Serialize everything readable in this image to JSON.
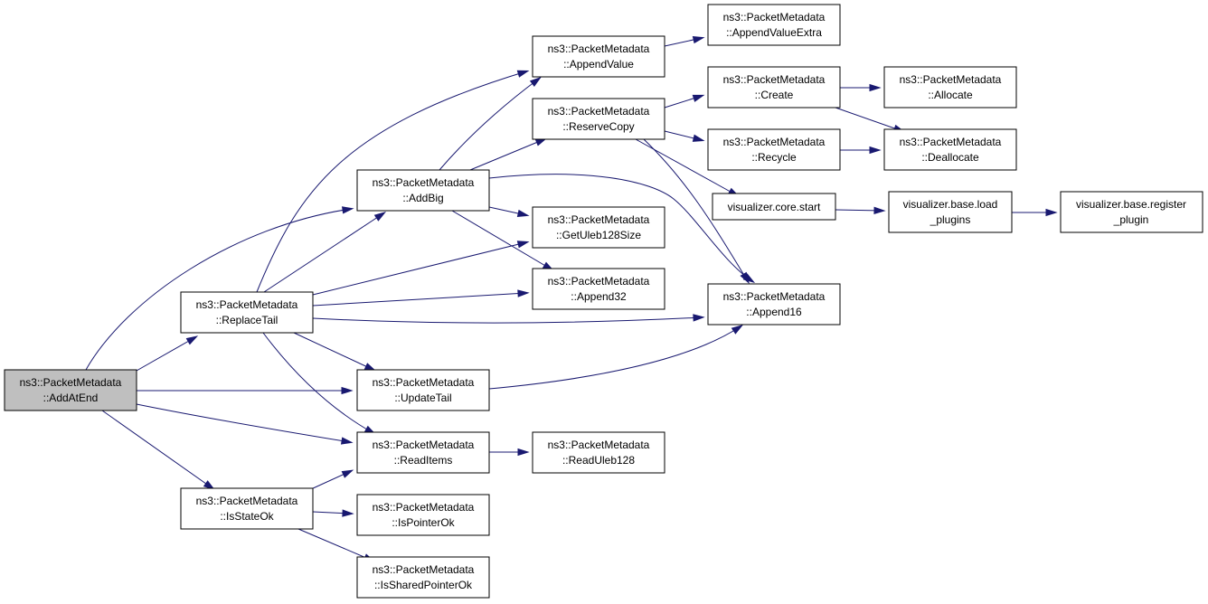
{
  "graph": {
    "nodes": [
      {
        "id": "addatend",
        "line1": "ns3::PacketMetadata",
        "line2": "::AddAtEnd",
        "root": true
      },
      {
        "id": "replacetail",
        "line1": "ns3::PacketMetadata",
        "line2": "::ReplaceTail"
      },
      {
        "id": "isstateok",
        "line1": "ns3::PacketMetadata",
        "line2": "::IsStateOk"
      },
      {
        "id": "addbig",
        "line1": "ns3::PacketMetadata",
        "line2": "::AddBig"
      },
      {
        "id": "updatetail",
        "line1": "ns3::PacketMetadata",
        "line2": "::UpdateTail"
      },
      {
        "id": "readitems",
        "line1": "ns3::PacketMetadata",
        "line2": "::ReadItems"
      },
      {
        "id": "ispointerok",
        "line1": "ns3::PacketMetadata",
        "line2": "::IsPointerOk"
      },
      {
        "id": "issharedpointerok",
        "line1": "ns3::PacketMetadata",
        "line2": "::IsSharedPointerOk"
      },
      {
        "id": "appendvalue",
        "line1": "ns3::PacketMetadata",
        "line2": "::AppendValue"
      },
      {
        "id": "reservecopy",
        "line1": "ns3::PacketMetadata",
        "line2": "::ReserveCopy"
      },
      {
        "id": "getuleb128size",
        "line1": "ns3::PacketMetadata",
        "line2": "::GetUleb128Size"
      },
      {
        "id": "append32",
        "line1": "ns3::PacketMetadata",
        "line2": "::Append32"
      },
      {
        "id": "readuleb128",
        "line1": "ns3::PacketMetadata",
        "line2": "::ReadUleb128"
      },
      {
        "id": "appendvalueextra",
        "line1": "ns3::PacketMetadata",
        "line2": "::AppendValueExtra"
      },
      {
        "id": "create",
        "line1": "ns3::PacketMetadata",
        "line2": "::Create"
      },
      {
        "id": "recycle",
        "line1": "ns3::PacketMetadata",
        "line2": "::Recycle"
      },
      {
        "id": "corestart",
        "line1": "visualizer.core.start",
        "line2": ""
      },
      {
        "id": "append16",
        "line1": "ns3::PacketMetadata",
        "line2": "::Append16"
      },
      {
        "id": "allocate",
        "line1": "ns3::PacketMetadata",
        "line2": "::Allocate"
      },
      {
        "id": "deallocate",
        "line1": "ns3::PacketMetadata",
        "line2": "::Deallocate"
      },
      {
        "id": "loadplugins",
        "line1": "visualizer.base.load",
        "line2": "_plugins"
      },
      {
        "id": "registerplugin",
        "line1": "visualizer.base.register",
        "line2": "_plugin"
      }
    ],
    "edges": [
      [
        "addatend",
        "addbig"
      ],
      [
        "addatend",
        "replacetail"
      ],
      [
        "addatend",
        "updatetail"
      ],
      [
        "addatend",
        "readitems"
      ],
      [
        "addatend",
        "isstateok"
      ],
      [
        "replacetail",
        "appendvalue"
      ],
      [
        "replacetail",
        "addbig"
      ],
      [
        "replacetail",
        "getuleb128size"
      ],
      [
        "replacetail",
        "append32"
      ],
      [
        "replacetail",
        "append16"
      ],
      [
        "replacetail",
        "updatetail"
      ],
      [
        "replacetail",
        "readitems"
      ],
      [
        "isstateok",
        "readitems"
      ],
      [
        "isstateok",
        "ispointerok"
      ],
      [
        "isstateok",
        "issharedpointerok"
      ],
      [
        "addbig",
        "appendvalue"
      ],
      [
        "addbig",
        "reservecopy"
      ],
      [
        "addbig",
        "getuleb128size"
      ],
      [
        "addbig",
        "append32"
      ],
      [
        "addbig",
        "append16"
      ],
      [
        "updatetail",
        "append16"
      ],
      [
        "readitems",
        "readuleb128"
      ],
      [
        "appendvalue",
        "appendvalueextra"
      ],
      [
        "reservecopy",
        "create"
      ],
      [
        "reservecopy",
        "recycle"
      ],
      [
        "reservecopy",
        "corestart"
      ],
      [
        "reservecopy",
        "append16"
      ],
      [
        "create",
        "allocate"
      ],
      [
        "create",
        "deallocate"
      ],
      [
        "recycle",
        "deallocate"
      ],
      [
        "corestart",
        "loadplugins"
      ],
      [
        "loadplugins",
        "registerplugin"
      ]
    ]
  }
}
